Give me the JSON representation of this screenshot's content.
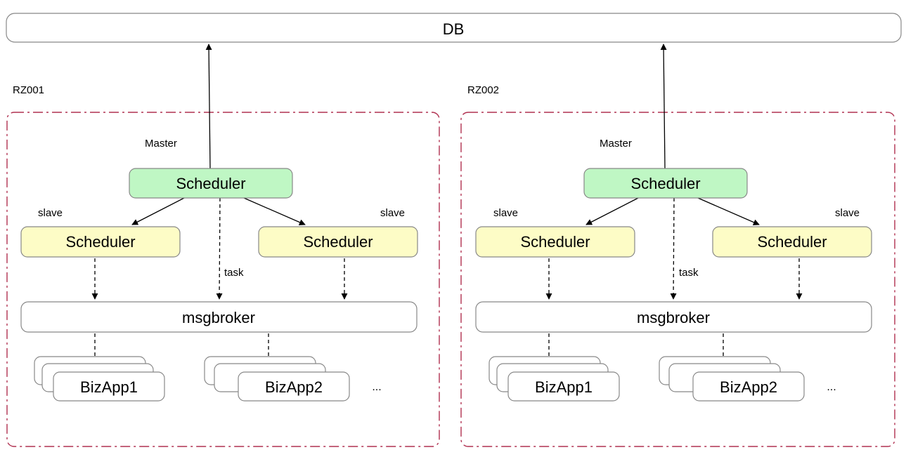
{
  "db": {
    "label": "DB"
  },
  "zones": [
    {
      "label": "RZ001",
      "master_label": "Master",
      "master": {
        "label": "Scheduler"
      },
      "slave_left_label": "slave",
      "slave_right_label": "slave",
      "slave_left": {
        "label": "Scheduler"
      },
      "slave_right": {
        "label": "Scheduler"
      },
      "task_label": "task",
      "broker": {
        "label": "msgbroker"
      },
      "apps": [
        {
          "label": "BizApp1"
        },
        {
          "label": "BizApp2"
        }
      ],
      "ellipsis": "..."
    },
    {
      "label": "RZ002",
      "master_label": "Master",
      "master": {
        "label": "Scheduler"
      },
      "slave_left_label": "slave",
      "slave_right_label": "slave",
      "slave_left": {
        "label": "Scheduler"
      },
      "slave_right": {
        "label": "Scheduler"
      },
      "task_label": "task",
      "broker": {
        "label": "msgbroker"
      },
      "apps": [
        {
          "label": "BizApp1"
        },
        {
          "label": "BizApp2"
        }
      ],
      "ellipsis": "..."
    }
  ],
  "colors": {
    "master_fill": "#bff7c4",
    "slave_fill": "#fdfcc6",
    "zone_border": "#b03050",
    "node_border": "#888888",
    "edge": "#000000"
  }
}
